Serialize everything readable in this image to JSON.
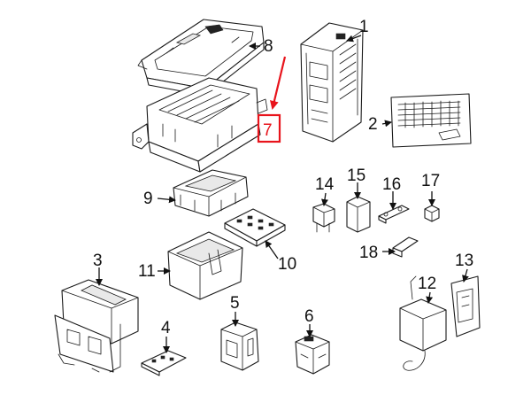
{
  "diagram": {
    "highlight_color": "#e8141c",
    "callouts": [
      {
        "id": "1",
        "label": "1"
      },
      {
        "id": "2",
        "label": "2"
      },
      {
        "id": "3",
        "label": "3"
      },
      {
        "id": "4",
        "label": "4"
      },
      {
        "id": "5",
        "label": "5"
      },
      {
        "id": "6",
        "label": "6"
      },
      {
        "id": "7",
        "label": "7",
        "highlighted": true
      },
      {
        "id": "8",
        "label": "8"
      },
      {
        "id": "9",
        "label": "9"
      },
      {
        "id": "10",
        "label": "10"
      },
      {
        "id": "11",
        "label": "11"
      },
      {
        "id": "12",
        "label": "12"
      },
      {
        "id": "13",
        "label": "13"
      },
      {
        "id": "14",
        "label": "14"
      },
      {
        "id": "15",
        "label": "15"
      },
      {
        "id": "16",
        "label": "16"
      },
      {
        "id": "17",
        "label": "17"
      },
      {
        "id": "18",
        "label": "18"
      }
    ]
  }
}
